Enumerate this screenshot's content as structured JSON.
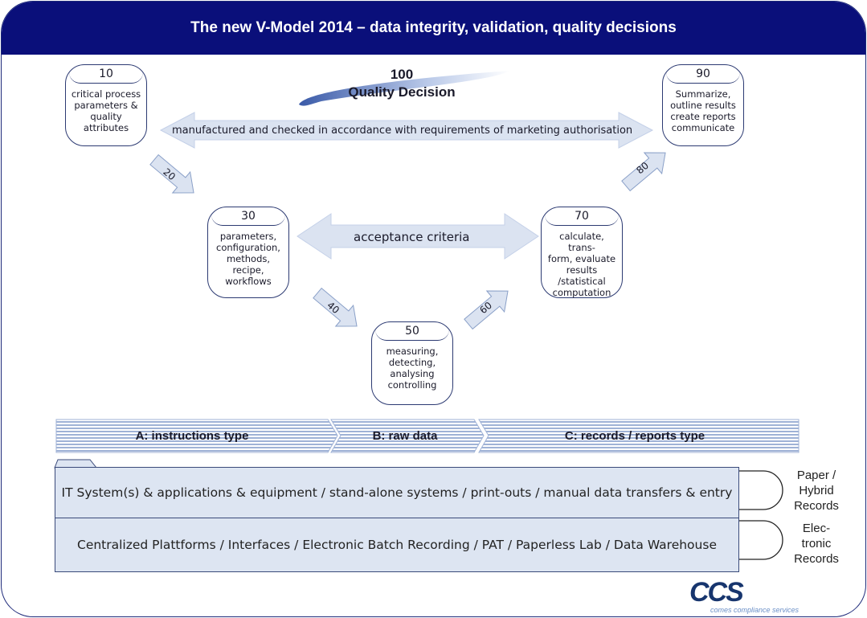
{
  "header": {
    "title": "The new V-Model 2014 – data integrity, validation, quality decisions"
  },
  "quality": {
    "number": "100",
    "label": "Quality Decision"
  },
  "nodes": {
    "n10": {
      "num": "10",
      "text": "critical process\nparameters &\nquality attributes"
    },
    "n30": {
      "num": "30",
      "text": "parameters,\nconfiguration,\nmethods,\nrecipe,\nworkflows"
    },
    "n50": {
      "num": "50",
      "text": "measuring,\ndetecting,\nanalysing\ncontrolling"
    },
    "n70": {
      "num": "70",
      "text": "calculate, trans-\nform, evaluate\nresults /statistical\ncomputation"
    },
    "n90": {
      "num": "90",
      "text": "Summarize,\noutline results\ncreate reports\ncommunicate"
    }
  },
  "arrows": {
    "a20": "20",
    "a40": "40",
    "a60": "60",
    "a80": "80"
  },
  "top_arrow_label": "manufactured and checked in accordance with requirements of marketing authorisation",
  "middle_arrow_label": "acceptance criteria",
  "bands": {
    "a": "A: instructions type",
    "b": "B: raw data",
    "c": "C: records / reports type"
  },
  "layers": {
    "upper": "IT System(s) & applications & equipment /  stand-alone systems / print-outs / manual data transfers & entry",
    "lower": "Centralized Plattforms / Interfaces / Electronic Batch Recording / PAT / Paperless Lab / Data Warehouse"
  },
  "side_labels": {
    "paper": "Paper /\nHybrid\nRecords",
    "electronic": "Elec-\ntronic\nRecords"
  },
  "logo": {
    "mark": "CCS",
    "subtitle": "comes compliance services"
  },
  "colors": {
    "header": "#0a0f7a",
    "arrow_fill": "#dbe3f1",
    "arrow_stroke": "#8aa0c8",
    "layer_fill": "#dde5f2"
  }
}
